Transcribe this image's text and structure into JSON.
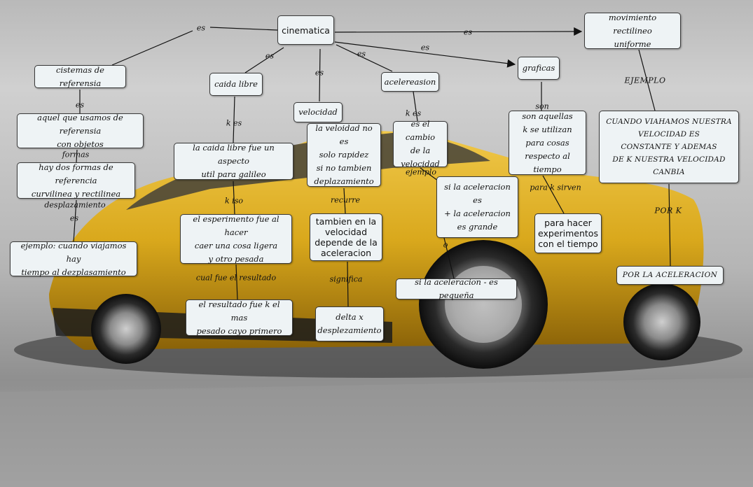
{
  "nodes": {
    "cinematica": "cinematica",
    "mru": "movimiento rectilineo\nuniforme",
    "sistemas": "cistemas de referensia",
    "caida_libre": "caida libre",
    "velocidad": "velocidad",
    "aceleracion": "acelereasion",
    "graficas": "graficas",
    "sistemas_def": "aquel que usamos de referensia\ncon objetos",
    "dos_formas": "hay dos formas de referencia\ncurvilinea y rectilinea",
    "ejemplo_sistemas": "ejemplo: cuando viajamos hay\ntiempo al dezplasamiento",
    "caida_def": "la caida libre fue un aspecto\nutil para galileo",
    "experimento": "el esperimento fue al hacer\ncaer una cosa ligera\ny otro pesada",
    "resultado": "el resultado fue k el mas\npesado cayo primero",
    "velocidad_def": "la veloidad no es\nsolo rapidez\nsi no tambien\ndeplazamiento",
    "velocidad_depende": "tambien en la\nvelocidad\ndepende de la\naceleracion",
    "delta": "delta x\ndesplezamiento",
    "aceleracion_def": "es el cambio\nde la\nvelocidad",
    "acel_positiva": "si la aceleracion es\n+ la aceleracion\nes grande",
    "acel_negativa": "si la aceleracion - es pequeña",
    "graficas_def": "son aquellas\nk se utilizan\npara cosas\nrespecto al tiempo",
    "experimentos_tiempo": "para hacer\nexperimentos\ncon el tiempo",
    "mru_ejemplo": "CUANDO VIAHAMOS NUESTRA\nVELOCIDAD ES\nCONSTANTE Y ADEMAS\nDE K NUESTRA VELOCIDAD\nCANBIA",
    "por_aceleracion": "POR LA ACELERACION"
  },
  "labels": {
    "es_sistemas": "es",
    "es_caida": "es",
    "es_velocidad": "es",
    "es_aceleracion": "es",
    "es_graficas": "es",
    "es_mru": "es",
    "es_sistemas_def": "es",
    "formas": "formas",
    "desplazamiento": "desplazamiento",
    "es_ejemplo": "es",
    "kes_caida": "k es",
    "kiso": "k iso",
    "cual_resultado": "cual fue el resultado",
    "recurre": "recurre",
    "significa": "significa",
    "kes_aceleracion": "k es",
    "ejemplo_acel": "ejemplo",
    "o": "o",
    "son": "son",
    "para_que_sirven": "para k sirven",
    "ejemplo_mru": "EJEMPLO",
    "por_k": "POR K"
  },
  "colors": {
    "node_fill": "#eef3f5",
    "node_border": "#3a3a3a",
    "car_yellow": "#d9a81c",
    "line": "#111111"
  }
}
